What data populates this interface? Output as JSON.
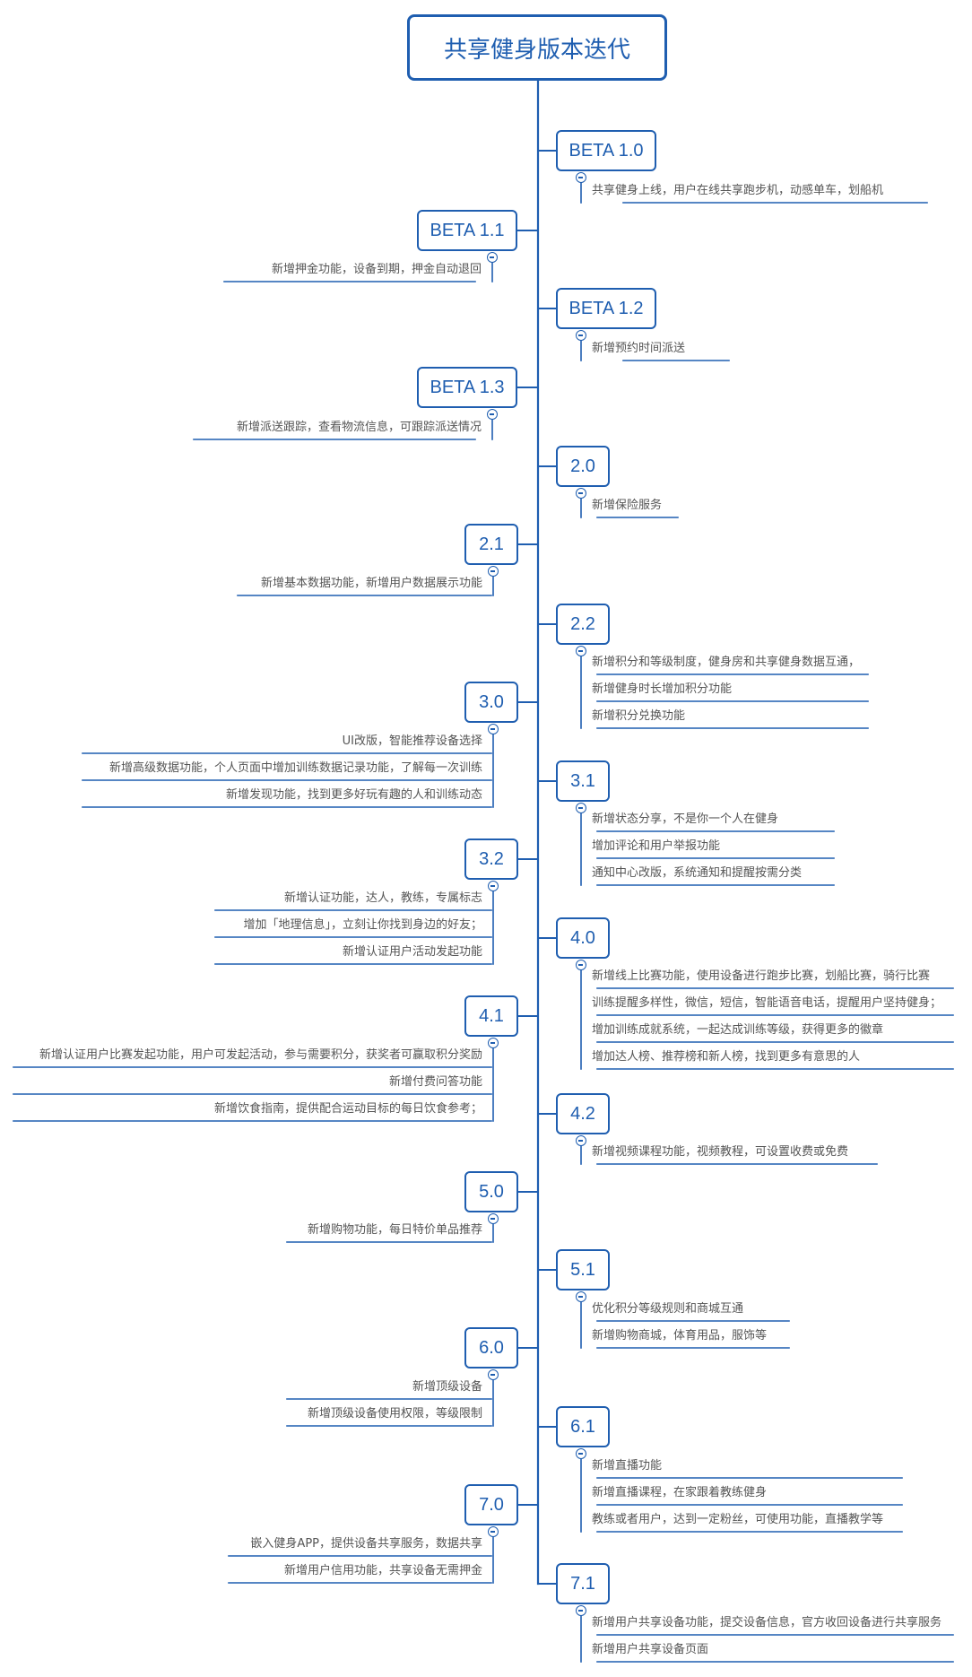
{
  "root": {
    "label": "共享健身版本迭代"
  },
  "colors": {
    "line": "#1f5eb0",
    "text": "#555555",
    "node_text": "#1f5eb0"
  },
  "branches": [
    {
      "label": "BETA 1.0",
      "items": [
        "共享健身上线，用户在线共享跑步机，动感单车，划船机"
      ]
    },
    {
      "label": "BETA 1.1",
      "items": [
        "新增押金功能，设备到期，押金自动退回"
      ]
    },
    {
      "label": "BETA 1.2",
      "items": [
        "新增预约时间派送"
      ]
    },
    {
      "label": "BETA 1.3",
      "items": [
        "新增派送跟踪，查看物流信息，可跟踪派送情况"
      ]
    },
    {
      "label": "2.0",
      "items": [
        "新增保险服务"
      ]
    },
    {
      "label": "2.1",
      "items": [
        "新增基本数据功能，新增用户数据展示功能"
      ]
    },
    {
      "label": "2.2",
      "items": [
        "新增积分和等级制度，健身房和共享健身数据互通，",
        "新增健身时长增加积分功能",
        "新增积分兑换功能"
      ]
    },
    {
      "label": "3.0",
      "items": [
        "UI改版，智能推荐设备选择",
        "新增高级数据功能，个人页面中增加训练数据记录功能，了解每一次训练",
        "新增发现功能，找到更多好玩有趣的人和训练动态"
      ]
    },
    {
      "label": "3.1",
      "items": [
        "新增状态分享，不是你一个人在健身",
        "增加评论和用户举报功能",
        "通知中心改版，系统通知和提醒按需分类"
      ]
    },
    {
      "label": "3.2",
      "items": [
        "新增认证功能，达人，教练，专属标志",
        "增加「地理信息」，立刻让你找到身边的好友；",
        "新增认证用户活动发起功能"
      ]
    },
    {
      "label": "4.0",
      "items": [
        "新增线上比赛功能，使用设备进行跑步比赛，划船比赛，骑行比赛",
        "训练提醒多样性，微信，短信，智能语音电话，提醒用户坚持健身；",
        "增加训练成就系统，一起达成训练等级，获得更多的徽章",
        "增加达人榜、推荐榜和新人榜，找到更多有意思的人"
      ]
    },
    {
      "label": "4.1",
      "items": [
        "新增认证用户比赛发起功能，用户可发起活动，参与需要积分，获奖者可赢取积分奖励",
        "新增付费问答功能",
        "新增饮食指南，提供配合运动目标的每日饮食参考；"
      ]
    },
    {
      "label": "4.2",
      "items": [
        "新增视频课程功能，视频教程，可设置收费或免费"
      ]
    },
    {
      "label": "5.0",
      "items": [
        "新增购物功能，每日特价单品推荐"
      ]
    },
    {
      "label": "5.1",
      "items": [
        "优化积分等级规则和商城互通",
        "新增购物商城，体育用品，服饰等"
      ]
    },
    {
      "label": "6.0",
      "items": [
        "新增顶级设备",
        "新增顶级设备使用权限，等级限制"
      ]
    },
    {
      "label": "6.1",
      "items": [
        "新增直播功能",
        "新增直播课程，在家跟着教练健身",
        "教练或者用户，达到一定粉丝，可使用功能，直播教学等"
      ]
    },
    {
      "label": "7.0",
      "items": [
        "嵌入健身APP，提供设备共享服务，数据共享",
        "新增用户信用功能，共享设备无需押金"
      ]
    },
    {
      "label": "7.1",
      "items": [
        "新增用户共享设备功能，提交设备信息，官方收回设备进行共享服务",
        "新增用户共享设备页面"
      ]
    }
  ]
}
